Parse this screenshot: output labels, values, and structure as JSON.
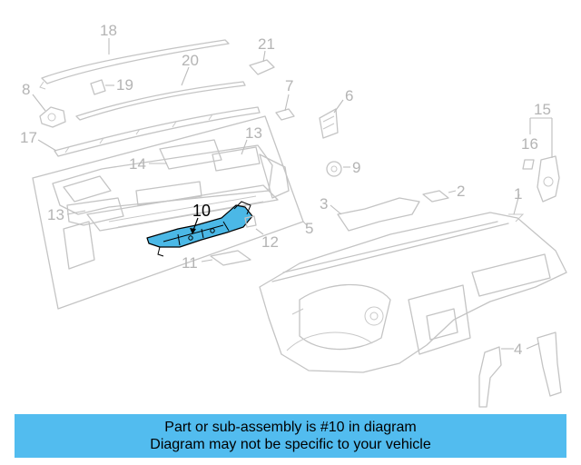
{
  "callouts": {
    "c1": "1",
    "c2": "2",
    "c3": "3",
    "c4": "4",
    "c5": "5",
    "c6": "6",
    "c7": "7",
    "c8": "8",
    "c9": "9",
    "c10": "10",
    "c11": "11",
    "c12": "12",
    "c13a": "13",
    "c13b": "13",
    "c14": "14",
    "c15": "15",
    "c16": "16",
    "c17": "17",
    "c18": "18",
    "c19": "19",
    "c20": "20",
    "c21": "21"
  },
  "highlight": {
    "part_number": "10",
    "color": "#4bb8e6"
  },
  "banner": {
    "line1": "Part or sub-assembly is #10 in diagram",
    "line2": "Diagram may not be specific to your vehicle",
    "color": "#52bcef"
  }
}
